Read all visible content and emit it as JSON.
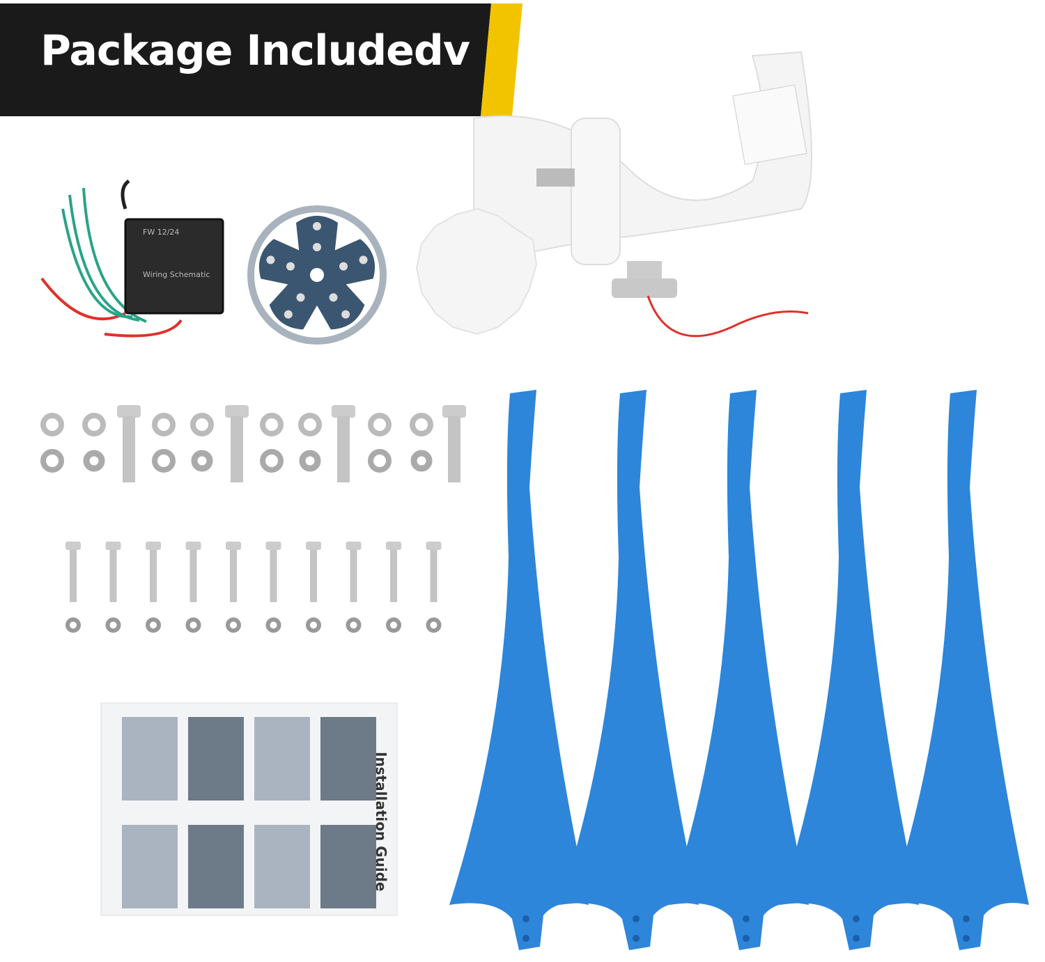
{
  "banner": {
    "title": "Package Includedv",
    "background": "#1a1a1a",
    "accent": "#f2c400"
  },
  "controller": {
    "model_label": "FW 12/24",
    "wiring_label": "Wiring Schematic"
  },
  "manual": {
    "title": "Installation Guide"
  },
  "colors": {
    "blade": "#2d86d9",
    "hub": "#3b5670",
    "generator": "#f4f4f4",
    "wire_red": "#e0302a",
    "wire_green": "#2aa387"
  },
  "items": {
    "blades": 5,
    "large_bolts": 4,
    "small_bolts": 10,
    "small_nuts": 10
  }
}
